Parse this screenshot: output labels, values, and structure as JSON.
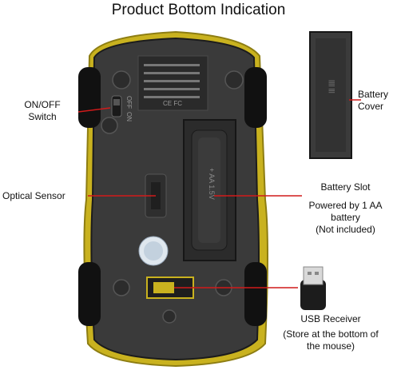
{
  "title": "Product Bottom Indication",
  "callouts": {
    "onoff_line1": "ON/OFF",
    "onoff_line2": "Switch",
    "optical_sensor": "Optical Sensor",
    "battery_cover_line1": "Battery",
    "battery_cover_line2": "Cover",
    "battery_slot_line1": "Battery Slot",
    "battery_slot_line2": "Powered by 1 AA battery",
    "battery_slot_line3": "(Not included)",
    "usb_line1": "USB Receiver",
    "usb_line2": "(Store at the bottom of",
    "usb_line3": "the mouse)"
  },
  "mouse_text": {
    "switch_off": "OFF",
    "switch_on": "ON",
    "slot_marking": "+ AA 1.5V",
    "cover_marking": "|||| |||",
    "warning_text": "CE  FC"
  },
  "colors": {
    "callout_line": "#d11a1a",
    "mouse_body": "#3a3a3a",
    "accent_yellow": "#c9b21f"
  }
}
